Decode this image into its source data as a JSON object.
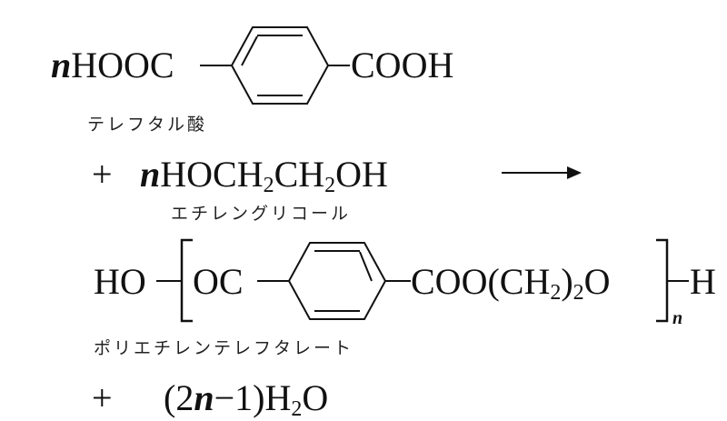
{
  "symbols": {
    "plus": "+"
  },
  "line1": {
    "coef": "n",
    "left": "HOOC",
    "right": "COOH",
    "label": "テレフタル酸"
  },
  "line2": {
    "coef": "n",
    "f1": "HOCH",
    "sub1": "2",
    "f2": "CH",
    "sub2": "2",
    "f3": "OH",
    "label": "エチレングリコール"
  },
  "line3": {
    "start": "HO",
    "oc": "OC",
    "f1": "COO(CH",
    "sub1": "2",
    "f2": ")",
    "sub2": "2",
    "f3": "O",
    "end": "H",
    "repeat": "n",
    "label": "ポリエチレンテレフタレート"
  },
  "line4": {
    "open": "(2",
    "coef": "n",
    "close": "−1)H",
    "sub": "2",
    "f2": "O"
  }
}
